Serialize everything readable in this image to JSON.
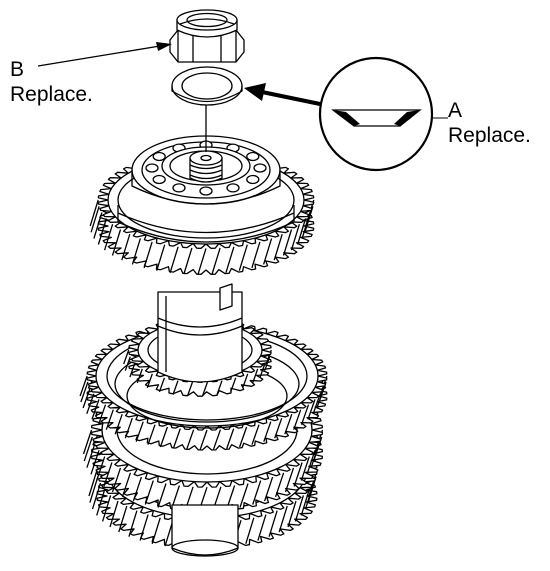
{
  "callouts": {
    "b": {
      "letter": "B",
      "note": "Replace."
    },
    "a": {
      "letter": "A",
      "note": "Replace."
    }
  },
  "parts": [
    {
      "id": "B",
      "name": "locknut"
    },
    {
      "id": "A",
      "name": "conical spring washer"
    }
  ],
  "colors": {
    "line": "#000000",
    "background": "#ffffff"
  }
}
